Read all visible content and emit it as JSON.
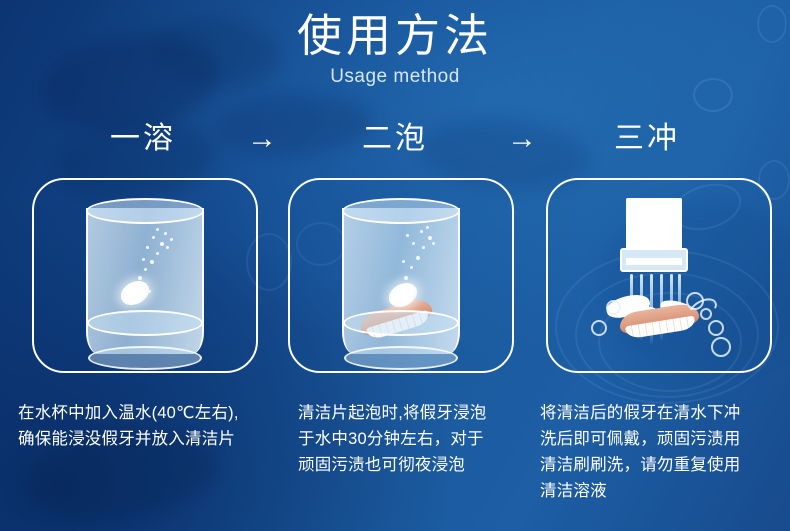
{
  "header": {
    "title": "使用方法",
    "subtitle": "Usage method"
  },
  "colors": {
    "background_dark": "#0c3572",
    "background_mid": "#13478c",
    "background_light": "#1d5ea4",
    "text": "#ffffff",
    "subtitle_text": "#d7e6f5",
    "panel_border": "#ffffff",
    "glass": "#c5dced",
    "denture_gum": "#dd9b80",
    "denture_teeth": "#ffffff"
  },
  "steps": [
    {
      "label": "一溶",
      "arrow_after": "→",
      "illustration": "glass-cup-with-dissolving-tablet",
      "caption": "在水杯中加入温水(40℃左右),\n确保能浸没假牙并放入清洁片"
    },
    {
      "label": "二泡",
      "arrow_after": "→",
      "illustration": "glass-cup-with-denture-soaking",
      "caption": "清洁片起泡时,将假牙浸泡\n于水中30分钟左右，对于\n顽固污渍也可彻夜浸泡"
    },
    {
      "label": "三冲",
      "arrow_after": "",
      "illustration": "faucet-rinsing-denture",
      "caption": "将清洁后的假牙在清水下冲\n洗后即可佩戴，顽固污渍用\n清洁刷刷洗，请勿重复使用\n清洁溶液"
    }
  ]
}
